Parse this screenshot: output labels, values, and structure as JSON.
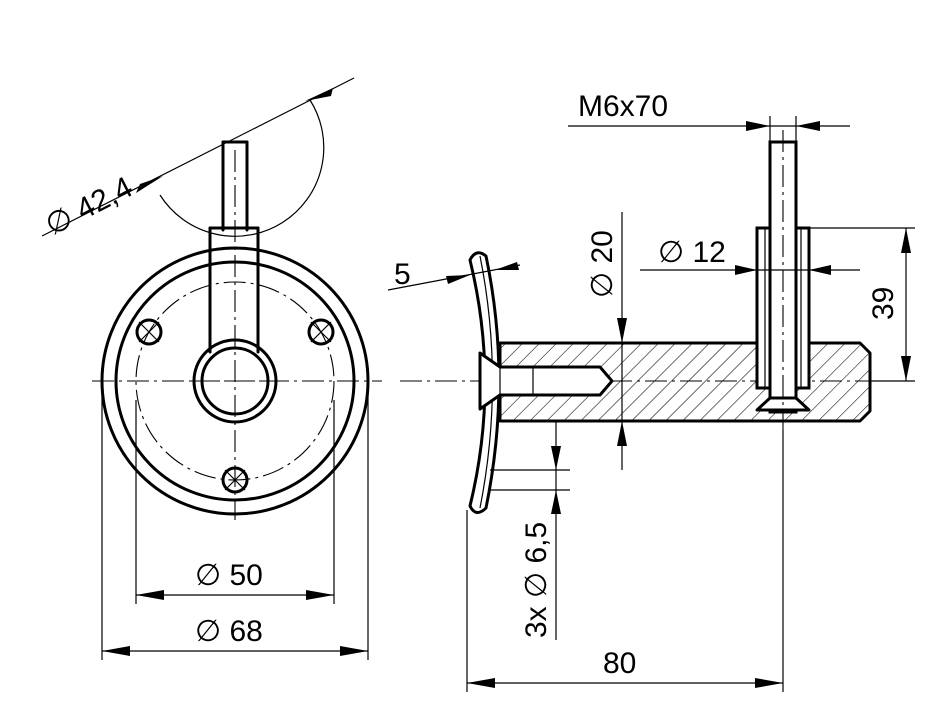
{
  "dimensions": {
    "d42": "∅ 42,4",
    "m6": "M6x70",
    "d20": "∅ 20",
    "d12": "∅ 12",
    "five": "5",
    "h39": "39",
    "holes": "3x ∅ 6,5",
    "d50": "∅ 50",
    "d68": "∅ 68",
    "len80": "80"
  }
}
